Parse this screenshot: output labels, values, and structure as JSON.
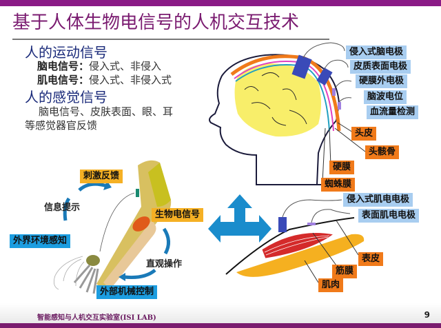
{
  "title": "基于人体生物电信号的人机交互技术",
  "motion_section": {
    "heading": "人的运动信号",
    "items": [
      {
        "label": "脑电信号：",
        "value": "侵入式、非侵入"
      },
      {
        "label": "肌电信号：",
        "value": "侵入式、非侵入式"
      }
    ]
  },
  "sensory_section": {
    "heading": "人的感觉信号",
    "line1": "脑电信号、皮肤表面、眼、耳",
    "line2": "等感觉器官反馈"
  },
  "head_diagram": {
    "electrode_labels": [
      "侵入式脑电极",
      "皮质表面电极",
      "硬膜外电极",
      "脑波电位",
      "血流量检测"
    ],
    "layer_labels": [
      "头皮",
      "头骸骨",
      "硬膜",
      "蜘蛛膜"
    ]
  },
  "arm_diagram": {
    "labels": {
      "stimulus_feedback": "刺激反馈",
      "info_prompt": "信息提示",
      "env_perception": "外界环境感知",
      "bioelectric_signal": "生物电信号",
      "intuitive_operation": "直观操作",
      "external_control": "外部机械控制"
    }
  },
  "muscle_diagram": {
    "electrode_labels": [
      "侵入式肌电电极",
      "表面肌电电极"
    ],
    "layer_labels": [
      "表皮",
      "筋膜",
      "肌肉"
    ]
  },
  "footer": {
    "lab_name": "智能感知与人机交互实验室(ISI  LAB)",
    "page_number": "9"
  },
  "colors": {
    "brand_purple": "#8a1a86",
    "electrode_blue": "#a8cdf0",
    "layer_orange": "#f07a1a",
    "gold": "#f5b024",
    "sky": "#1c9de0"
  }
}
